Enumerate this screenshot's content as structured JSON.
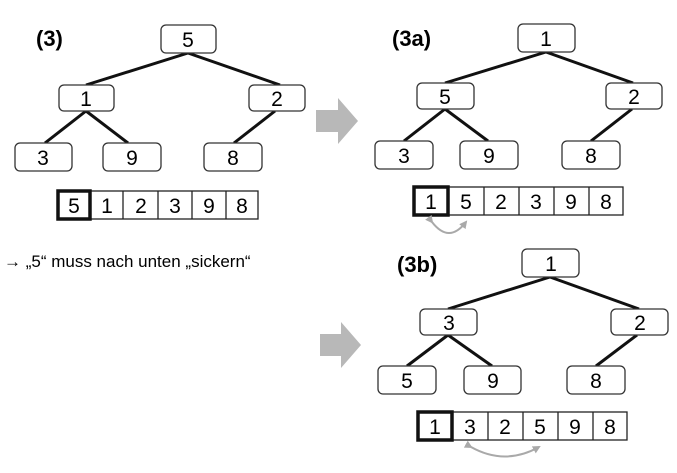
{
  "panels": {
    "p3": {
      "label": "(3)",
      "tree": {
        "root": "5",
        "left": "1",
        "right": "2",
        "left_left": "3",
        "left_right": "9",
        "right_left": "8"
      },
      "array": {
        "cells": [
          "5",
          "1",
          "2",
          "3",
          "9",
          "8"
        ],
        "highlighted_index": 0
      }
    },
    "p3a": {
      "label": "(3a)",
      "tree": {
        "root": "1",
        "left": "5",
        "right": "2",
        "left_left": "3",
        "left_right": "9",
        "right_left": "8"
      },
      "array": {
        "cells": [
          "1",
          "5",
          "2",
          "3",
          "9",
          "8"
        ],
        "highlighted_index": 0,
        "swap": [
          0,
          1
        ]
      }
    },
    "p3b": {
      "label": "(3b)",
      "tree": {
        "root": "1",
        "left": "3",
        "right": "2",
        "left_left": "5",
        "left_right": "9",
        "right_left": "8"
      },
      "array": {
        "cells": [
          "1",
          "3",
          "2",
          "5",
          "9",
          "8"
        ],
        "highlighted_index": 0,
        "swap": [
          1,
          3
        ]
      }
    }
  },
  "note": "→ „5“ muss nach unten „sickern“",
  "colors": {
    "line": "#111111",
    "arrow_fill": "#b8b8b8",
    "swap_arrow": "#a9a9a9"
  }
}
